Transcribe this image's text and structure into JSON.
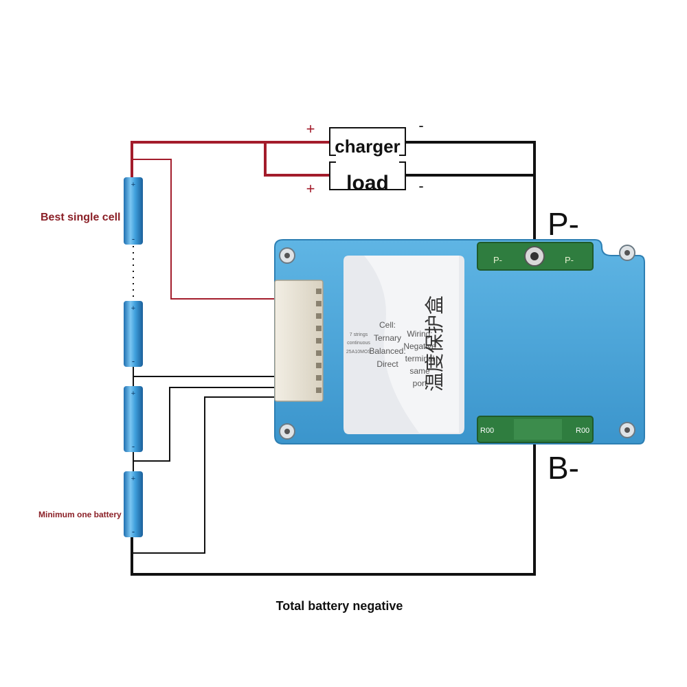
{
  "diagram": {
    "colors": {
      "positive_wire": "#a31c2b",
      "negative_wire": "#111111",
      "pcb": "#4aa3d6",
      "label_red": "#8a1f26",
      "battery": "#3f9fdc"
    },
    "charger": {
      "label": "charger",
      "plus": "+",
      "minus": "-"
    },
    "load": {
      "label": "load",
      "plus": "+",
      "minus": "-"
    },
    "terminals": {
      "p_minus": "P-",
      "b_minus": "B-"
    },
    "cell_labels": {
      "best_single_cell": "Best single cell",
      "minimum_one_battery": "Minimum one battery"
    },
    "bottom_label": "Total battery negative",
    "board": {
      "specs_small": [
        "7 strings",
        "continuous",
        "25A10MOS"
      ],
      "specs_cell": [
        "Cell:",
        "Ternary",
        "Balanced:",
        "Direct"
      ],
      "specs_wiring": [
        "Wiring:",
        "Negative",
        "terminal",
        "same",
        "port"
      ],
      "chinese": "温度保护盒",
      "pad_top": [
        "P-",
        "P-"
      ],
      "pad_bottom": [
        "R00",
        "R00"
      ]
    },
    "battery_icons": {
      "plus": "+",
      "minus": "-"
    }
  }
}
